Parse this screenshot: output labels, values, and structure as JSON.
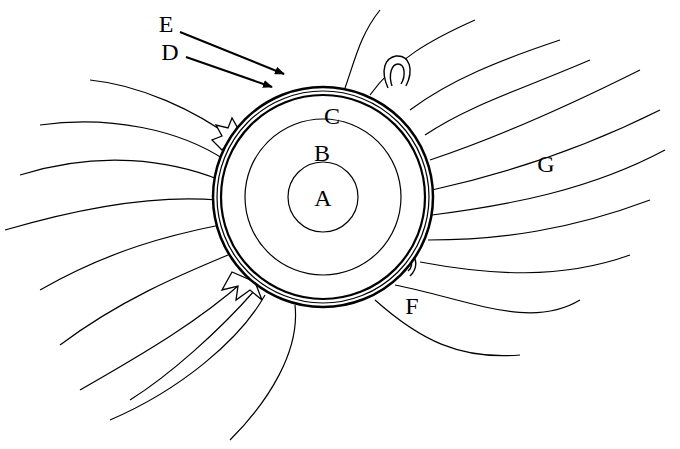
{
  "diagram": {
    "labels": [
      "E",
      "D",
      "C",
      "B",
      "A",
      "F",
      "G"
    ]
  }
}
